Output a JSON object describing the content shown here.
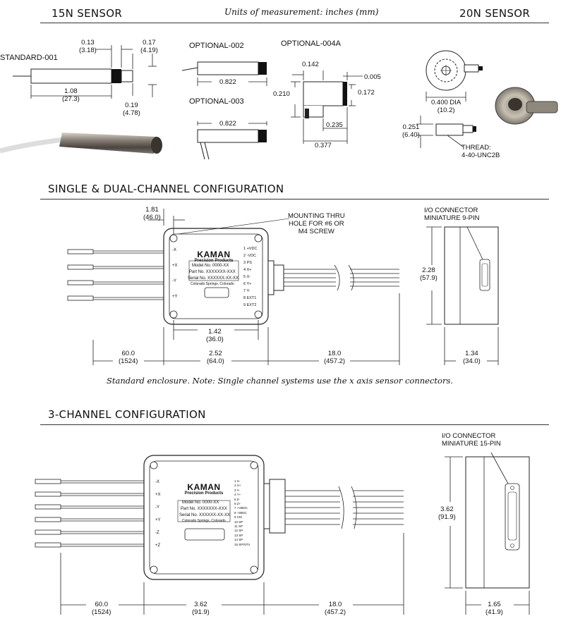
{
  "header": {
    "left_title": "15N SENSOR",
    "center_note": "Units of measurement: inches (mm)",
    "right_title": "20N SENSOR"
  },
  "sensor15": {
    "standard_label": "STANDARD-001",
    "optional2_label": "OPTIONAL-002",
    "optional3_label": "OPTIONAL-003",
    "optional4a_label": "OPTIONAL-004A",
    "dim_013": "0.13",
    "dim_013_mm": "(3.18)",
    "dim_017": "0.17",
    "dim_017_mm": "(4.19)",
    "dim_108": "1.08",
    "dim_108_mm": "(27.3)",
    "dim_019": "0.19",
    "dim_019_mm": "(4.78)",
    "opt2_len": "0.822",
    "opt3_len": "0.822",
    "opt4_142": "0.142",
    "opt4_005": "0.005",
    "opt4_210": "0.210",
    "opt4_172": "0.172",
    "opt4_235": "0.235",
    "opt4_377": "0.377"
  },
  "sensor20": {
    "dia": "0.400 DIA",
    "dia_mm": "(10.2)",
    "h": "0.251",
    "h_mm": "(6.40)",
    "thread_1": "THREAD:",
    "thread_2": "4-40-UNC2B"
  },
  "section2": {
    "title": "SINGLE & DUAL-CHANNEL CONFIGURATION",
    "dim_181": "1.81",
    "dim_181_mm": "(46.0)",
    "mounting_1": "MOUNTING THRU",
    "mounting_2": "HOLE FOR #6 OR",
    "mounting_3": "M4 SCREW",
    "io_1": "I/O CONNECTOR",
    "io_2": "MINIATURE 9-PIN",
    "dim_228": "2.28",
    "dim_228_mm": "(57.9)",
    "dim_142": "1.42",
    "dim_142_mm": "(36.0)",
    "dim_600": "60.0",
    "dim_600_mm": "(1524)",
    "dim_252": "2.52",
    "dim_252_mm": "(64.0)",
    "dim_180": "18.0",
    "dim_180_mm": "(457.2)",
    "dim_134": "1.34",
    "dim_134_mm": "(34.0)",
    "brand": "KAMAN",
    "brand_sub": "Precision Products",
    "model": "Model No.  0000-XX",
    "part": "Part No.  XXXXXXX-XXX",
    "serial": "Serial No.  XXXXXX-XX-XX",
    "city": "Colorado Springs, Colorado",
    "left_pins": [
      "-X",
      "+X",
      "-Y",
      "+Y"
    ],
    "right_pins": [
      "1 +VDC",
      "2 -VDC",
      "3 PS",
      "4 X+",
      "5 X-",
      "6 Y+",
      "7 Y-",
      "8 EXT1",
      "9 EXT2"
    ],
    "caption": "Standard enclosure.  Note: Single channel systems use the x axis sensor connectors."
  },
  "section3": {
    "title": "3-CHANNEL CONFIGURATION",
    "io_1": "I/O CONNECTOR",
    "io_2": "MINIATURE 15-PIN",
    "dim_362v": "3.62",
    "dim_362v_mm": "(91.9)",
    "dim_600": "60.0",
    "dim_600_mm": "(1524)",
    "dim_362": "3.62",
    "dim_362_mm": "(91.9)",
    "dim_180": "18.0",
    "dim_180_mm": "(457.2)",
    "dim_165": "1.65",
    "dim_165_mm": "(41.9)",
    "brand": "KAMAN",
    "brand_sub": "Precision Products",
    "model": "Model No.  0000-XX",
    "part": "Part No.  XXXXXXX-XXX",
    "serial": "Serial No.  XXXXXX-XX-XX",
    "city": "Colorado Springs, Colorado",
    "left_pins": [
      "-X",
      "+X",
      "-Y",
      "+Y",
      "-Z",
      "+Z"
    ],
    "right_pins": [
      "1 X-",
      "2 X+",
      "3 Y-",
      "4 Y+",
      "5 Z-",
      "6 Z+",
      "7 +VBDC",
      "8 -VBDC",
      "9 CM",
      "10 SP",
      "11 SP",
      "12 SP",
      "13 SP",
      "14 SP",
      "15 SP/NT4"
    ]
  }
}
